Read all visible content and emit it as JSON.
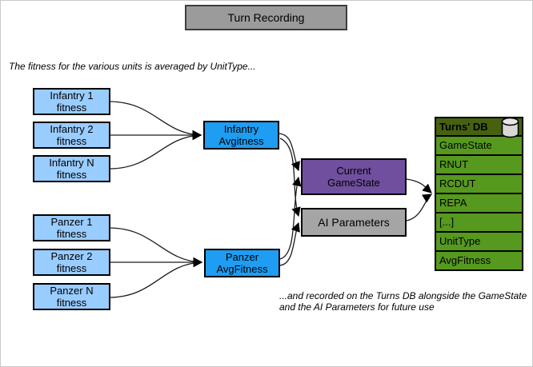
{
  "title": "Turn Recording",
  "captions": {
    "top": "The fitness for the various units is averaged by UnitType...",
    "bottom_line1": "...and recorded on the Turns DB alongside the GameState",
    "bottom_line2": "and the AI Parameters for future use"
  },
  "units": {
    "infantry": [
      {
        "line1": "Infantry 1",
        "line2": "fitness"
      },
      {
        "line1": "Infantry 2",
        "line2": "fitness"
      },
      {
        "line1": "Infantry N",
        "line2": "fitness"
      }
    ],
    "panzer": [
      {
        "line1": "Panzer 1",
        "line2": "fitness"
      },
      {
        "line1": "Panzer 2",
        "line2": "fitness"
      },
      {
        "line1": "Panzer N",
        "line2": "fitness"
      }
    ]
  },
  "aggregators": {
    "infantry_avg": {
      "line1": "Infantry",
      "line2": "Avgitness"
    },
    "panzer_avg": {
      "line1": "Panzer",
      "line2": "AvgFitness"
    }
  },
  "state_boxes": {
    "current_gamestate": {
      "line1": "Current",
      "line2": "GameState"
    },
    "ai_parameters": "AI Parameters"
  },
  "db": {
    "header": "Turns' DB",
    "icon": "database-cylinder-icon",
    "rows": [
      "GameState",
      "RNUT",
      "RCDUT",
      "REPA",
      "[...]",
      "UnitType",
      "AvgFitness"
    ]
  },
  "colors": {
    "unit_box": "#99CCFF",
    "aggregator_box": "#1E9DF2",
    "gamestate_box": "#6F4F9E",
    "ai_parameters_box": "#A5A5A5",
    "title_box": "#9B9B9B",
    "db_header": "#46610F",
    "db_row": "#56991E",
    "connector": "#000000"
  }
}
